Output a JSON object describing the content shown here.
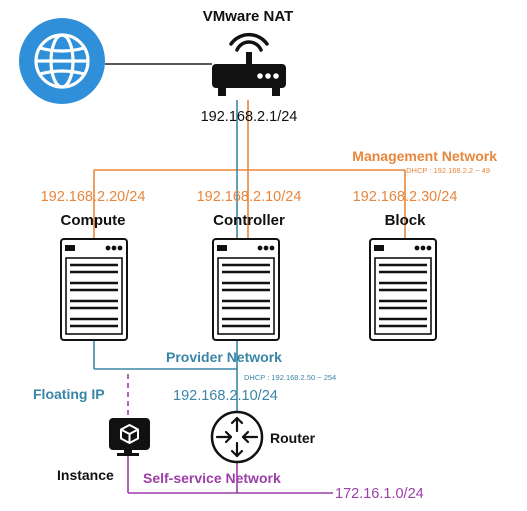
{
  "nat": {
    "title": "VMware NAT",
    "ip": "192.168.2.1/24"
  },
  "management": {
    "label": "Management Network",
    "dhcp": "DHCP : 192.168.2.2 ~ 49"
  },
  "nodes": {
    "compute": {
      "ip": "192.168.2.20/24",
      "name": "Compute"
    },
    "controller": {
      "ip": "192.168.2.10/24",
      "name": "Controller"
    },
    "block": {
      "ip": "192.168.2.30/24",
      "name": "Block"
    }
  },
  "provider": {
    "label": "Provider Network",
    "dhcp": "DHCP : 192.168.2.50 ~ 254",
    "router_ip": "192.168.2.10/24"
  },
  "floating": {
    "label": "Floating IP"
  },
  "instance": {
    "label": "Instance"
  },
  "router": {
    "label": "Router"
  },
  "selfservice": {
    "label": "Self-service Network",
    "cidr": "172.16.1.0/24"
  },
  "icons": {
    "globe": "globe-icon",
    "router": "wifi-router-icon",
    "server": "server-rack-icon",
    "instance": "instance-monitor-icon",
    "l3router": "router-arrows-icon"
  },
  "colors": {
    "management": "#e8863c",
    "provider": "#3a85a6",
    "selfservice": "#9c3fa8",
    "floating": "#3a85a6",
    "globe": "#2f8fd8"
  }
}
